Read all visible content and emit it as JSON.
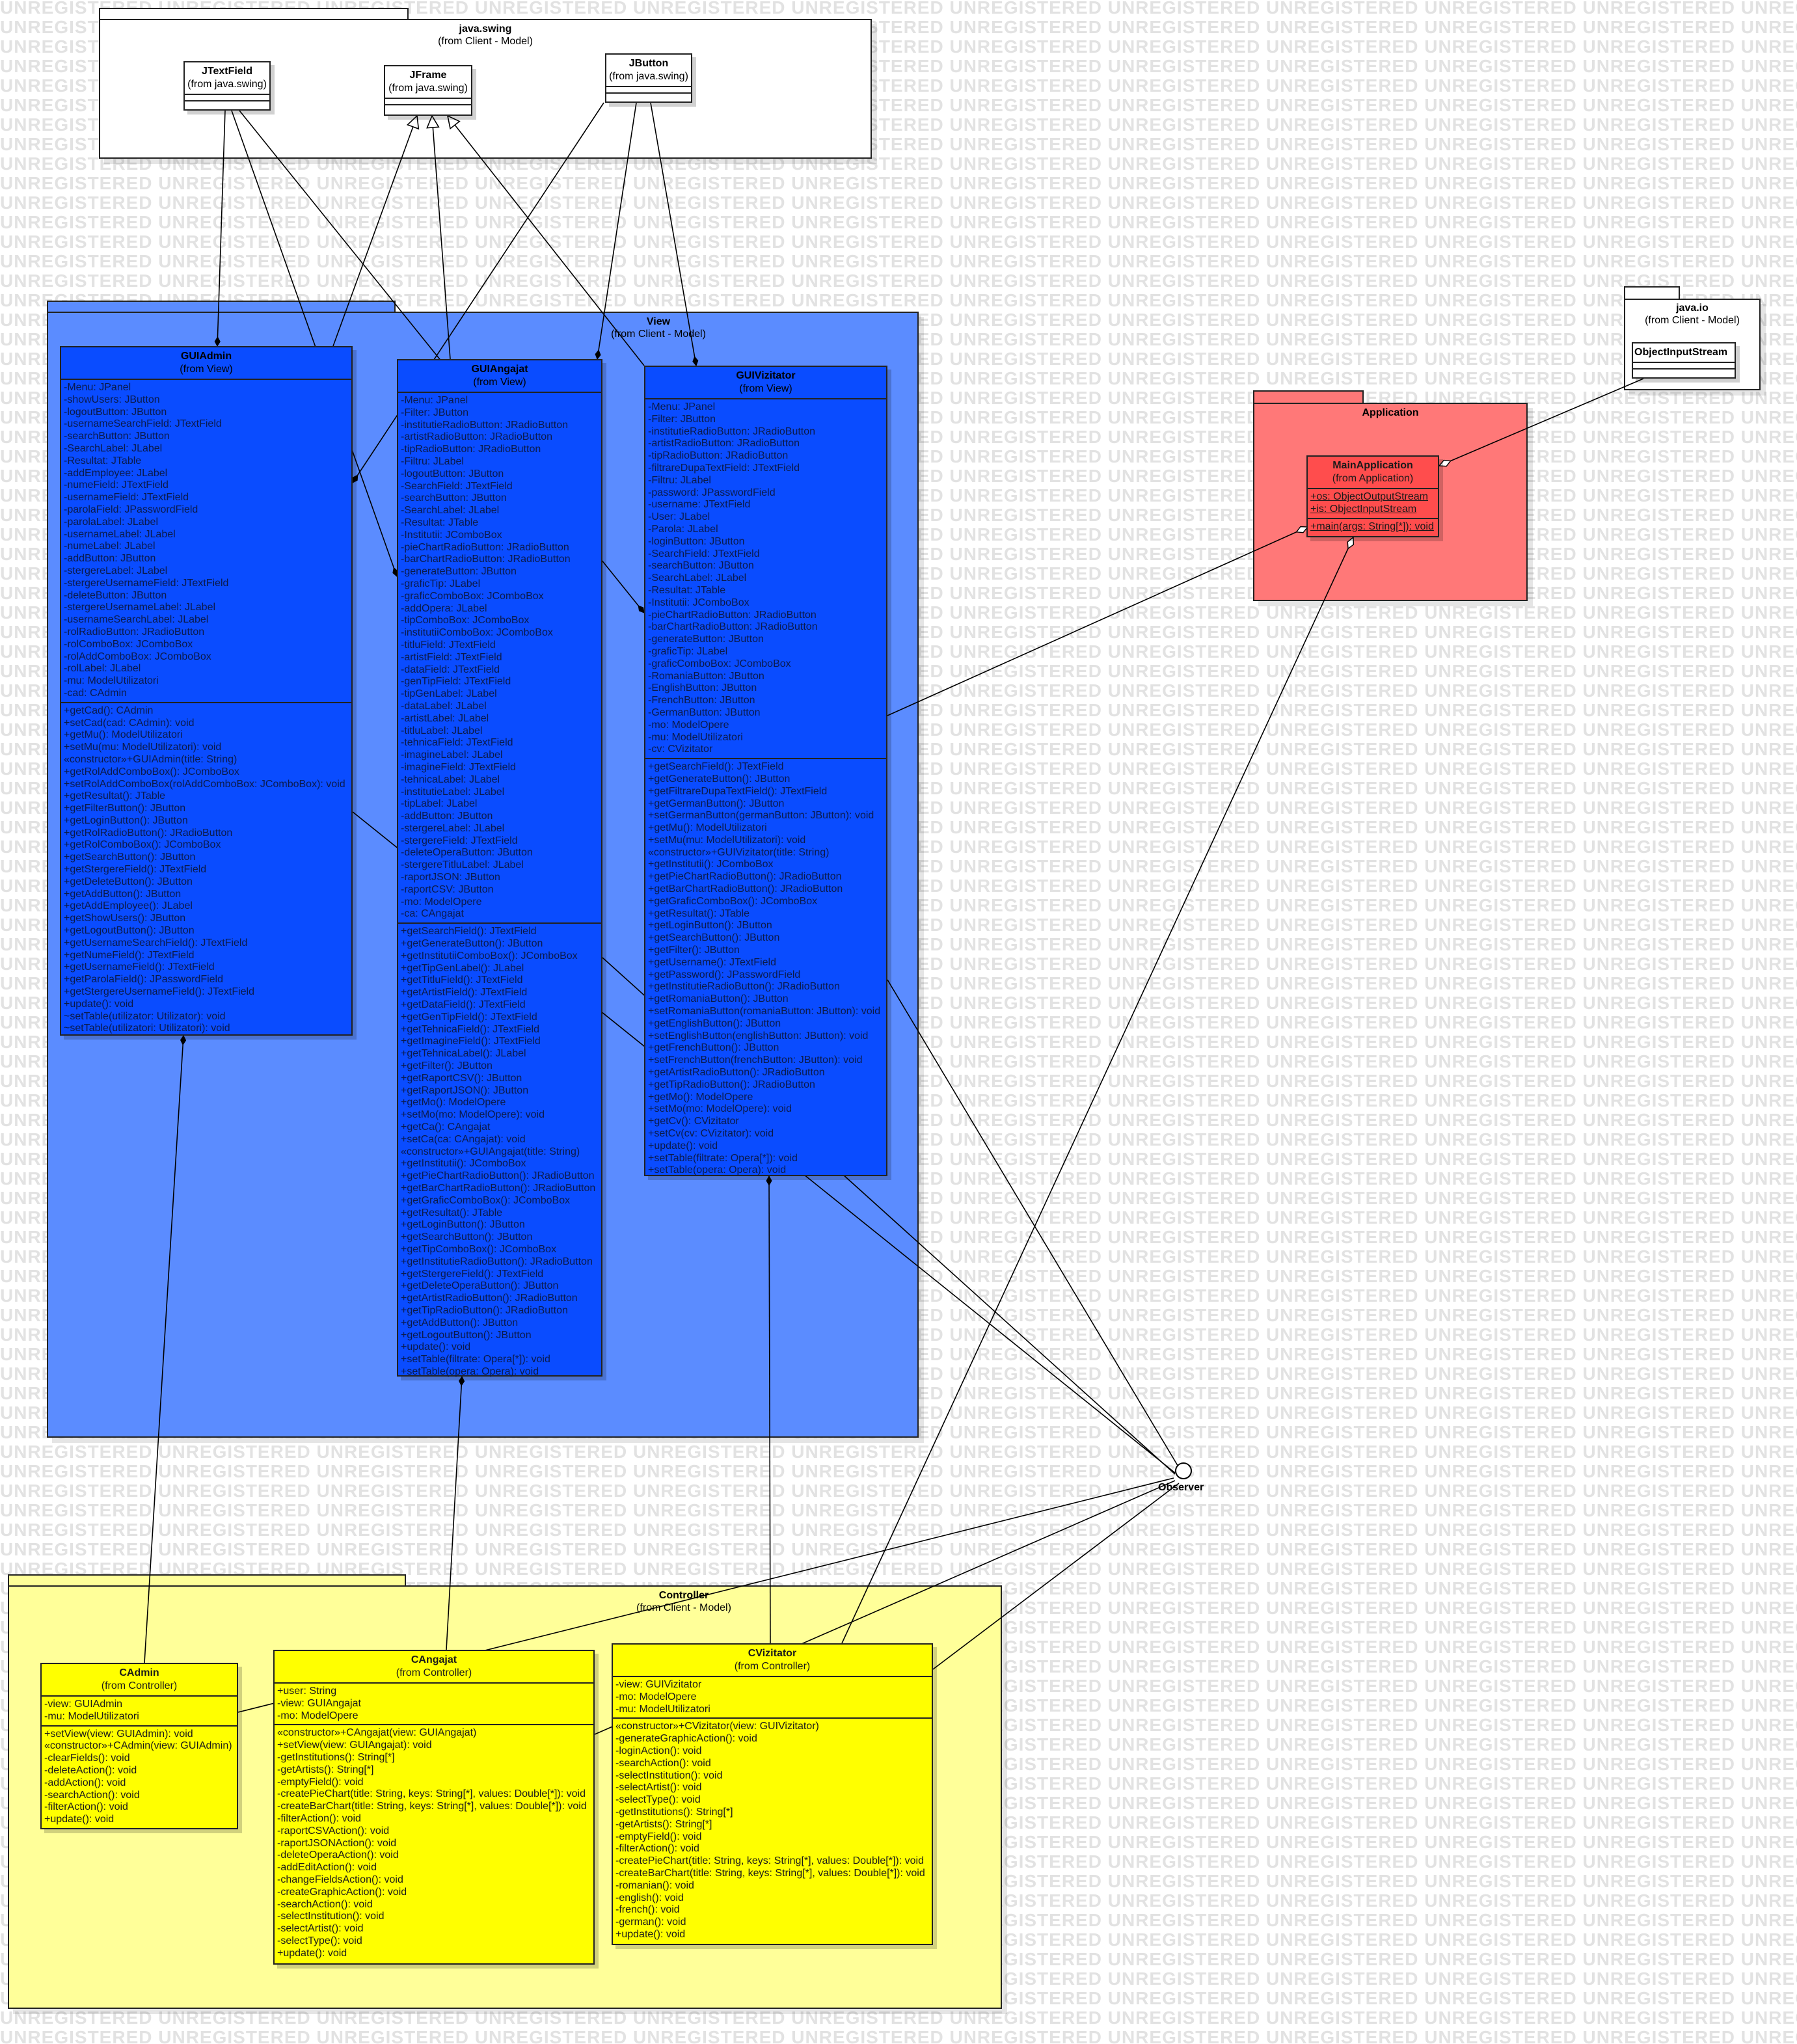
{
  "watermark": "UNREGISTERED",
  "packages": {
    "swing": {
      "title": "java.swing",
      "from": "(from Client - Model)",
      "color": "#ffffff"
    },
    "io": {
      "title": "java.io",
      "from": "(from Client - Model)",
      "color": "#ffffff"
    },
    "view": {
      "title": "View",
      "from": "(from Client - Model)",
      "color": "#5b8cff"
    },
    "application": {
      "title": "Application",
      "from": "",
      "color": "#ff7878"
    },
    "controller": {
      "title": "Controller",
      "from": "(from Client - Model)",
      "color": "#ffff99"
    }
  },
  "swing_classes": [
    {
      "id": "jtextfield",
      "name": "JTextField",
      "from": "(from java.swing)"
    },
    {
      "id": "jframe",
      "name": "JFrame",
      "from": "(from java.swing)"
    },
    {
      "id": "jbutton",
      "name": "JButton",
      "from": "(from java.swing)"
    }
  ],
  "io_classes": [
    {
      "id": "objectinputstream",
      "name": "ObjectInputStream",
      "from": ""
    }
  ],
  "gui_admin": {
    "name": "GUIAdmin",
    "from": "(from View)",
    "attributes": [
      "-Menu: JPanel",
      "-showUsers: JButton",
      "-logoutButton: JButton",
      "-usernameSearchField: JTextField",
      "-searchButton: JButton",
      "-SearchLabel: JLabel",
      "-Resultat: JTable",
      "-addEmployee: JLabel",
      "-numeField: JTextField",
      "-usernameField: JTextField",
      "-parolaField: JPasswordField",
      "-parolaLabel: JLabel",
      "-usernameLabel: JLabel",
      "-numeLabel: JLabel",
      "-addButton: JButton",
      "-stergereLabel: JLabel",
      "-stergereUsernameField: JTextField",
      "-deleteButton: JButton",
      "-stergereUsernameLabel: JLabel",
      "-usernameSearchLabel: JLabel",
      "-rolRadioButton: JRadioButton",
      "-rolComboBox: JComboBox",
      "-rolAddComboBox: JComboBox",
      "-rolLabel: JLabel",
      "-mu: ModelUtilizatori",
      "-cad: CAdmin"
    ],
    "methods": [
      "+getCad(): CAdmin",
      "+setCad(cad: CAdmin): void",
      "+getMu(): ModelUtilizatori",
      "+setMu(mu: ModelUtilizatori): void",
      "«constructor»+GUIAdmin(title: String)",
      "+getRolAddComboBox(): JComboBox",
      "+setRolAddComboBox(rolAddComboBox: JComboBox): void",
      "+getResultat(): JTable",
      "+getFilterButton(): JButton",
      "+getLoginButton(): JButton",
      "+getRolRadioButton(): JRadioButton",
      "+getRolComboBox(): JComboBox",
      "+getSearchButton(): JButton",
      "+getStergereField(): JTextField",
      "+getDeleteButton(): JButton",
      "+getAddButton(): JButton",
      "+getAddEmployee(): JLabel",
      "+getShowUsers(): JButton",
      "+getLogoutButton(): JButton",
      "+getUsernameSearchField(): JTextField",
      "+getNumeField(): JTextField",
      "+getUsernameField(): JTextField",
      "+getParolaField(): JPasswordField",
      "+getStergereUsernameField(): JTextField",
      "+update(): void",
      "~setTable(utilizator: Utilizator): void",
      "~setTable(utilizatori: Utilizatori): void"
    ]
  },
  "gui_angajat": {
    "name": "GUIAngajat",
    "from": "(from View)",
    "attributes": [
      "-Menu: JPanel",
      "-Filter: JButton",
      "-institutieRadioButton: JRadioButton",
      "-artistRadioButton: JRadioButton",
      "-tipRadioButton: JRadioButton",
      "-Filtru: JLabel",
      "-logoutButton: JButton",
      "-SearchField: JTextField",
      "-searchButton: JButton",
      "-SearchLabel: JLabel",
      "-Resultat: JTable",
      "-Institutii: JComboBox",
      "-pieChartRadioButton: JRadioButton",
      "-barChartRadioButton: JRadioButton",
      "-generateButton: JButton",
      "-graficTip: JLabel",
      "-graficComboBox: JComboBox",
      "-addOpera: JLabel",
      "-tipComboBox: JComboBox",
      "-institutiiComboBox: JComboBox",
      "-titluField: JTextField",
      "-artistField: JTextField",
      "-dataField: JTextField",
      "-genTipField: JTextField",
      "-tipGenLabel: JLabel",
      "-dataLabel: JLabel",
      "-artistLabel: JLabel",
      "-titluLabel: JLabel",
      "-tehnicaField: JTextField",
      "-imagineLabel: JLabel",
      "-imagineField: JTextField",
      "-tehnicaLabel: JLabel",
      "-institutieLabel: JLabel",
      "-tipLabel: JLabel",
      "-addButton: JButton",
      "-stergereLabel: JLabel",
      "-stergereField: JTextField",
      "-deleteOperaButton: JButton",
      "-stergereTitluLabel: JLabel",
      "-raportJSON: JButton",
      "-raportCSV: JButton",
      "-mo: ModelOpere",
      "-ca: CAngajat"
    ],
    "methods": [
      "+getSearchField(): JTextField",
      "+getGenerateButton(): JButton",
      "+getInstitutiiComboBox(): JComboBox",
      "+getTipGenLabel(): JLabel",
      "+getTitluField(): JTextField",
      "+getArtistField(): JTextField",
      "+getDataField(): JTextField",
      "+getGenTipField(): JTextField",
      "+getTehnicaField(): JTextField",
      "+getImagineField(): JTextField",
      "+getTehnicaLabel(): JLabel",
      "+getFilter(): JButton",
      "+getRaportCSV(): JButton",
      "+getRaportJSON(): JButton",
      "+getMo(): ModelOpere",
      "+setMo(mo: ModelOpere): void",
      "+getCa(): CAngajat",
      "+setCa(ca: CAngajat): void",
      "«constructor»+GUIAngajat(title: String)",
      "+getInstitutii(): JComboBox",
      "+getPieChartRadioButton(): JRadioButton",
      "+getBarChartRadioButton(): JRadioButton",
      "+getGraficComboBox(): JComboBox",
      "+getResultat(): JTable",
      "+getLoginButton(): JButton",
      "+getSearchButton(): JButton",
      "+getTipComboBox(): JComboBox",
      "+getInstitutieRadioButton(): JRadioButton",
      "+getStergereField(): JTextField",
      "+getDeleteOperaButton(): JButton",
      "+getArtistRadioButton(): JRadioButton",
      "+getTipRadioButton(): JRadioButton",
      "+getAddButton(): JButton",
      "+getLogoutButton(): JButton",
      "+update(): void",
      "+setTable(filtrate: Opera[*]): void",
      "+setTable(opera: Opera): void"
    ]
  },
  "gui_vizitator": {
    "name": "GUIVizitator",
    "from": "(from View)",
    "attributes": [
      "-Menu: JPanel",
      "-Filter: JButton",
      "-institutieRadioButton: JRadioButton",
      "-artistRadioButton: JRadioButton",
      "-tipRadioButton: JRadioButton",
      "-filtrareDupaTextField: JTextField",
      "-Filtru: JLabel",
      "-password: JPasswordField",
      "-username: JTextField",
      "-User: JLabel",
      "-Parola: JLabel",
      "-loginButton: JButton",
      "-SearchField: JTextField",
      "-searchButton: JButton",
      "-SearchLabel: JLabel",
      "-Resultat: JTable",
      "-Institutii: JComboBox",
      "-pieChartRadioButton: JRadioButton",
      "-barChartRadioButton: JRadioButton",
      "-generateButton: JButton",
      "-graficTip: JLabel",
      "-graficComboBox: JComboBox",
      "-RomaniaButton: JButton",
      "-EnglishButton: JButton",
      "-FrenchButton: JButton",
      "-GermanButton: JButton",
      "-mo: ModelOpere",
      "-mu: ModelUtilizatori",
      "-cv: CVizitator"
    ],
    "methods": [
      "+getSearchField(): JTextField",
      "+getGenerateButton(): JButton",
      "+getFiltrareDupaTextField(): JTextField",
      "+getGermanButton(): JButton",
      "+setGermanButton(germanButton: JButton): void",
      "+getMu(): ModelUtilizatori",
      "+setMu(mu: ModelUtilizatori): void",
      "«constructor»+GUIVizitator(title: String)",
      "+getInstitutii(): JComboBox",
      "+getPieChartRadioButton(): JRadioButton",
      "+getBarChartRadioButton(): JRadioButton",
      "+getGraficComboBox(): JComboBox",
      "+getResultat(): JTable",
      "+getLoginButton(): JButton",
      "+getSearchButton(): JButton",
      "+getFilter(): JButton",
      "+getUsername(): JTextField",
      "+getPassword(): JPasswordField",
      "+getInstitutieRadioButton(): JRadioButton",
      "+getRomaniaButton(): JButton",
      "+setRomaniaButton(romaniaButton: JButton): void",
      "+getEnglishButton(): JButton",
      "+setEnglishButton(englishButton: JButton): void",
      "+getFrenchButton(): JButton",
      "+setFrenchButton(frenchButton: JButton): void",
      "+getArtistRadioButton(): JRadioButton",
      "+getTipRadioButton(): JRadioButton",
      "+getMo(): ModelOpere",
      "+setMo(mo: ModelOpere): void",
      "+getCv(): CVizitator",
      "+setCv(cv: CVizitator): void",
      "+update(): void",
      "+setTable(filtrate: Opera[*]): void",
      "+setTable(opera: Opera): void"
    ]
  },
  "main_application": {
    "name": "MainApplication",
    "from": "(from Application)",
    "attributes": [
      "+os: ObjectOutputStream",
      "+is: ObjectInputStream"
    ],
    "methods": [
      "+main(args: String[*]): void"
    ]
  },
  "c_admin": {
    "name": "CAdmin",
    "from": "(from Controller)",
    "attributes": [
      "-view: GUIAdmin",
      "-mu: ModelUtilizatori"
    ],
    "methods": [
      "+setView(view: GUIAdmin): void",
      "«constructor»+CAdmin(view: GUIAdmin)",
      "-clearFields(): void",
      "-deleteAction(): void",
      "-addAction(): void",
      "-searchAction(): void",
      "-filterAction(): void",
      "+update(): void"
    ]
  },
  "c_angajat": {
    "name": "CAngajat",
    "from": "(from Controller)",
    "attributes": [
      "+user: String",
      "-view: GUIAngajat",
      "-mo: ModelOpere"
    ],
    "methods": [
      "«constructor»+CAngajat(view: GUIAngajat)",
      "+setView(view: GUIAngajat): void",
      "-getInstitutions(): String[*]",
      "-getArtists(): String[*]",
      "-emptyField(): void",
      "-createPieChart(title: String, keys: String[*], values: Double[*]): void",
      "-createBarChart(title: String, keys: String[*], values: Double[*]): void",
      "-filterAction(): void",
      "-raportCSVAction(): void",
      "-raportJSONAction(): void",
      "-deleteOperaAction(): void",
      "-addEditAction(): void",
      "-changeFieldsAction(): void",
      "-createGraphicAction(): void",
      "-searchAction(): void",
      "-selectInstitution(): void",
      "-selectArtist(): void",
      "-selectType(): void",
      "+update(): void"
    ]
  },
  "c_vizitator": {
    "name": "CVizitator",
    "from": "(from Controller)",
    "attributes": [
      "-view: GUIVizitator",
      "-mo: ModelOpere",
      "-mu: ModelUtilizatori"
    ],
    "methods": [
      "«constructor»+CVizitator(view: GUIVizitator)",
      "-generateGraphicAction(): void",
      "-loginAction(): void",
      "-searchAction(): void",
      "-selectInstitution(): void",
      "-selectArtist(): void",
      "-selectType(): void",
      "-getInstitutions(): String[*]",
      "-getArtists(): String[*]",
      "-emptyField(): void",
      "-filterAction(): void",
      "-createPieChart(title: String, keys: String[*], values: Double[*]): void",
      "-createBarChart(title: String, keys: String[*], values: Double[*]): void",
      "-romanian(): void",
      "-english(): void",
      "-french(): void",
      "-german(): void",
      "+update(): void"
    ]
  },
  "observer": {
    "label": "Observer"
  }
}
